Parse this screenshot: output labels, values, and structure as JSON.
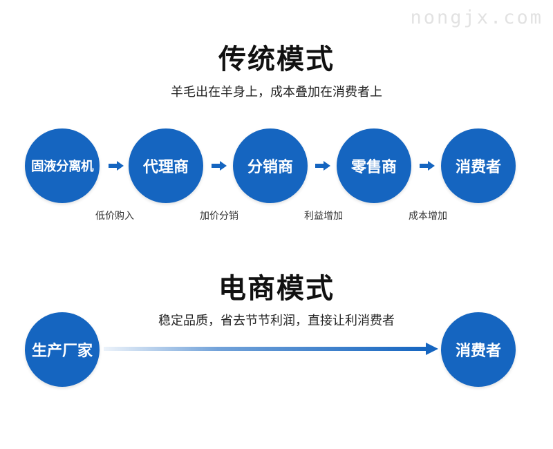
{
  "watermark": "nongjx.com",
  "colors": {
    "node_fill": "#1565c0",
    "arrow_fill": "#1565c0"
  },
  "traditional": {
    "title": "传统模式",
    "subtitle": "羊毛出在羊身上，成本叠加在消费者上",
    "nodes": [
      "固液分离机",
      "代理商",
      "分销商",
      "零售商",
      "消费者"
    ],
    "step_labels": [
      "低价购入",
      "加价分销",
      "利益增加",
      "成本增加"
    ]
  },
  "ecommerce": {
    "title": "电商模式",
    "subtitle": "稳定品质，省去节节利润，直接让利消费者",
    "nodes": [
      "生产厂家",
      "消费者"
    ]
  }
}
